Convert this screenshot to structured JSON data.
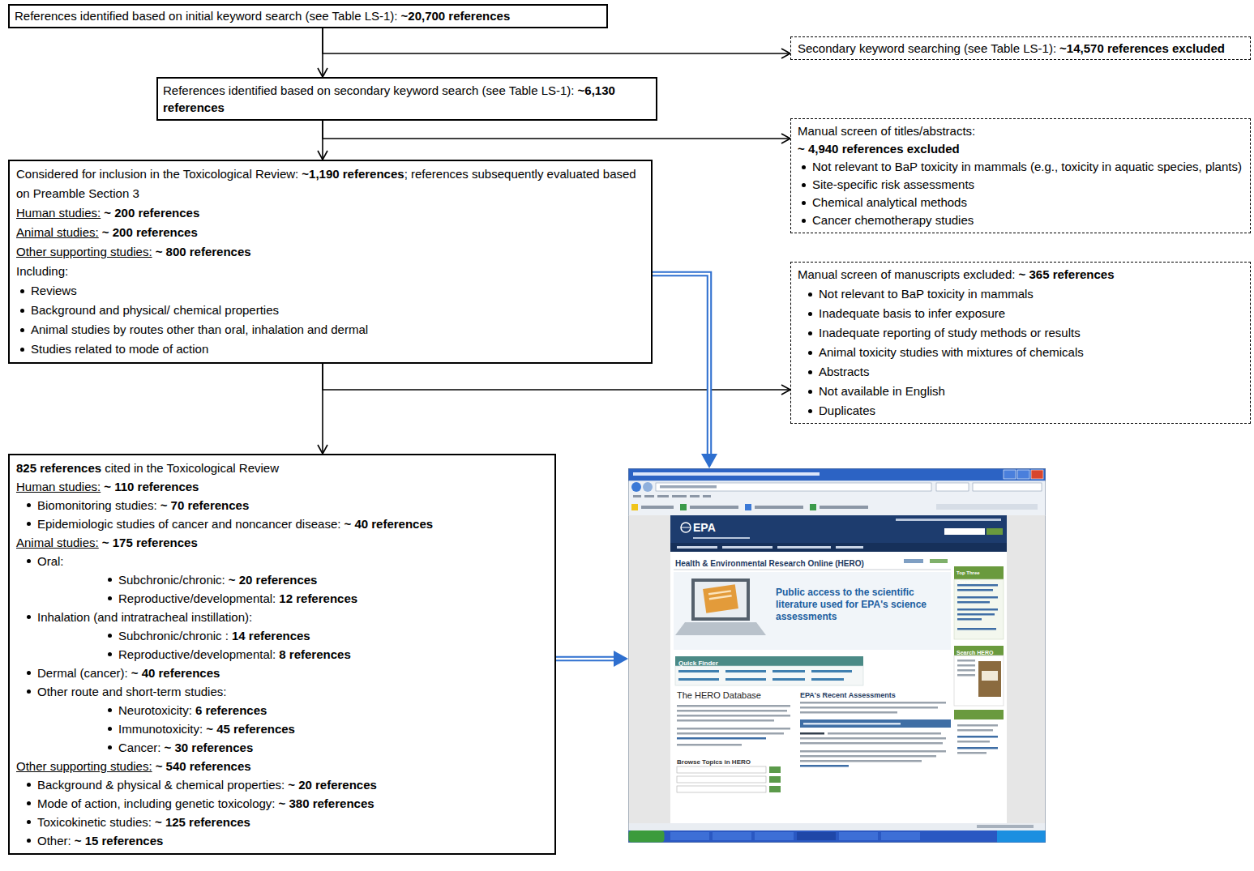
{
  "diagram": {
    "nodes": [
      {
        "text": [
          "References identified based on initial keyword search (see Table LS-1):",
          "~20,700 references"
        ]
      },
      {
        "text": [
          "Secondary keyword searching (see Table LS-1):",
          "~14,570 references excluded"
        ]
      },
      {
        "text": [
          "References identified based on secondary keyword search (see Table LS-1):",
          "~6,130 references"
        ]
      },
      {
        "text": [
          "Manual screen of titles/abstracts:",
          "~ 4,940 references excluded",
          "Not relevant to BaP toxicity in mammals (e.g., toxicity in aquatic species, plants)",
          "Site-specific risk assessments",
          "Chemical analytical methods",
          "Cancer chemotherapy studies"
        ]
      },
      {
        "text": [
          "Considered for inclusion in the Toxicological Review:",
          "~1,190 references",
          "; references subsequently evaluated based on Preamble Section 3",
          "Human studies:",
          "~ 200 references",
          "Animal studies:",
          "~ 200 references",
          "Other supporting studies:",
          "~ 800 references",
          "Including:",
          "Reviews",
          "Background and physical/ chemical properties",
          "Animal studies by routes other than oral, inhalation and dermal",
          "Studies related to mode of action"
        ]
      },
      {
        "text": [
          "Manual screen of manuscripts excluded:",
          "~ 365 references",
          "Not relevant to BaP toxicity in mammals",
          "Inadequate basis to infer exposure",
          "Inadequate reporting of study methods or results",
          "Animal toxicity studies with mixtures of chemicals",
          "Abstracts",
          "Not available in English",
          "Duplicates"
        ]
      },
      {
        "text": [
          "825 references",
          "cited in the Toxicological Review",
          "Human studies:",
          "~ 110 references",
          "Biomonitoring studies:",
          "~ 70 references",
          "Epidemiologic studies of cancer and noncancer disease:",
          "~ 40 references",
          "Animal studies:",
          "~ 175 references",
          "Oral:",
          "Subchronic/chronic:",
          "~ 20 references",
          "Reproductive/developmental:",
          "12 references",
          "Inhalation (and intratracheal instillation):",
          "Subchronic/chronic :",
          "14 references",
          "Reproductive/developmental:",
          "8 references",
          "Dermal (cancer):",
          "~ 40 references",
          "Other route and short-term studies:",
          "Neurotoxicity:",
          "6 references",
          "Immunotoxicity:",
          "~ 45 references",
          "Cancer:",
          "~ 30 references",
          "Other supporting studies:",
          "~ 540 references",
          "Background & physical & chemical properties:",
          "~ 20 references",
          "Mode of action, including genetic toxicology:",
          "~ 380 references",
          "Toxicokinetic studies:",
          "~ 125 references",
          "Other:",
          "~ 15 references"
        ]
      },
      {
        "text": [
          "EPA",
          "Health & Environmental Research Online (HERO)",
          "Top Three Questions",
          "Public access to the scientific literature used for EPA's science assessments",
          "Search HERO",
          "Quick Finder",
          "The HERO Database",
          "EPA's Recent Assessments",
          "Browse Topics in HERO"
        ]
      }
    ],
    "edges": [
      {
        "from": 0,
        "to": 2,
        "arrow": "to"
      },
      {
        "from": 0,
        "to": 1,
        "arrow": "to"
      },
      {
        "from": 2,
        "to": 4,
        "arrow": "to"
      },
      {
        "from": 2,
        "to": 3,
        "arrow": "to"
      },
      {
        "from": 4,
        "to": 6,
        "arrow": "to"
      },
      {
        "from": 4,
        "to": 5,
        "arrow": "to"
      },
      {
        "from": 4,
        "to": 7,
        "arrow": "to"
      },
      {
        "from": 6,
        "to": 7,
        "arrow": "to"
      }
    ]
  }
}
